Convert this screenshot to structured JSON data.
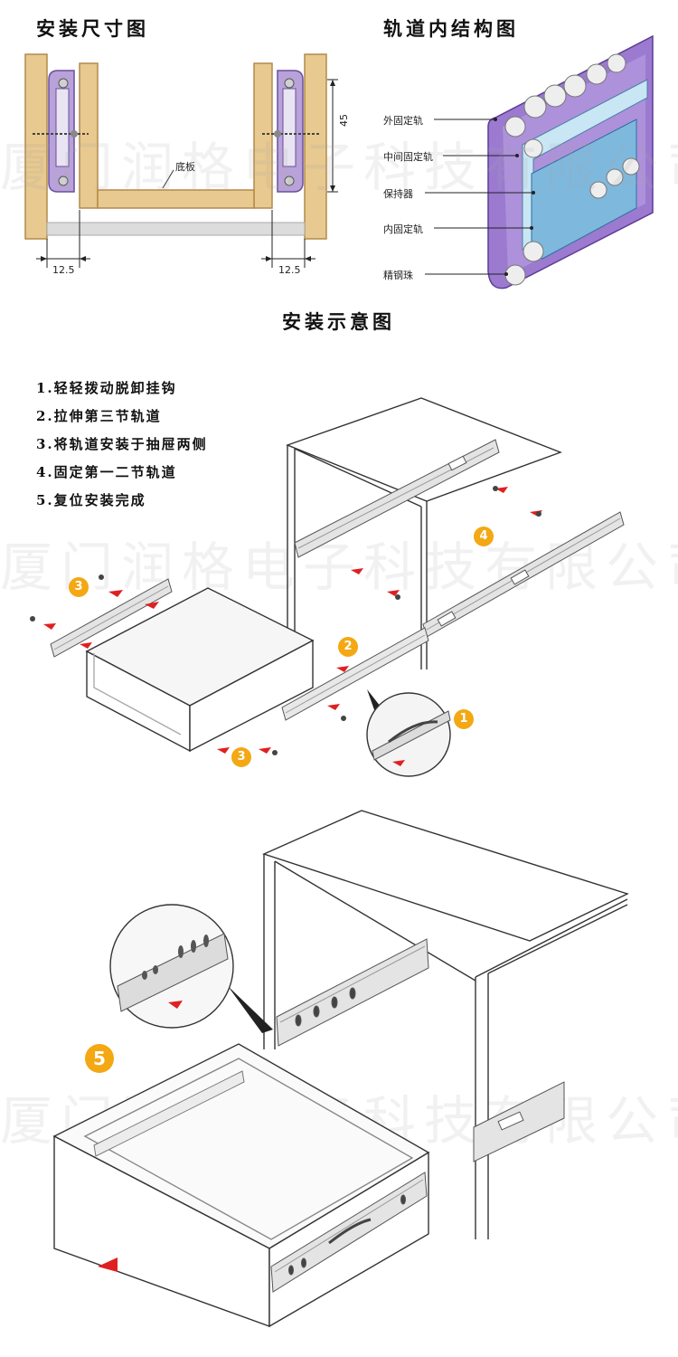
{
  "titles": {
    "size_diagram": "安装尺寸图",
    "structure_diagram": "轨道内结构图",
    "install_diagram": "安装示意图"
  },
  "size_diagram": {
    "bottom_board_label": "底板",
    "height_dim": "45",
    "left_gap_dim": "12.5",
    "right_gap_dim": "12.5"
  },
  "structure_labels": [
    "外固定轨",
    "中间固定轨",
    "保持器",
    "内固定轨",
    "精钢珠"
  ],
  "steps": [
    "1.轻轻拨动脱卸挂钩",
    "2.拉伸第三节轨道",
    "3.将轨道安装于抽屉两侧",
    "4.固定第一二节轨道",
    "5.复位安装完成"
  ],
  "badges": {
    "one": "1",
    "two": "2",
    "three_a": "3",
    "three_b": "3",
    "four": "4",
    "five": "5"
  },
  "watermark": "厦门润格电子科技有限公司",
  "colors": {
    "wood": "#e8c98f",
    "wood_edge": "#b38a4a",
    "purple": "#9b7ad0",
    "badge": "#f3a814",
    "arrow_red": "#e02020"
  }
}
